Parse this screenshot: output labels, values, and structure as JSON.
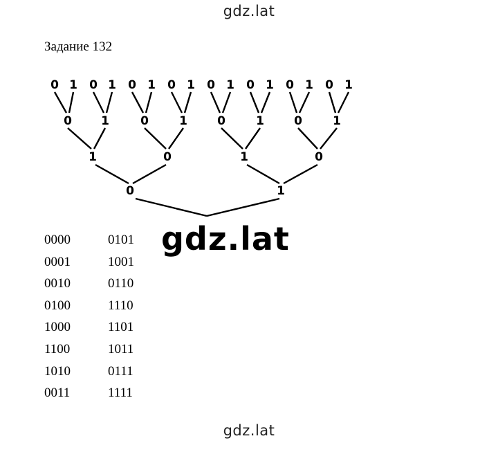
{
  "watermarks": {
    "top": "gdz.lat",
    "middle": "gdz.lat",
    "bottom": "gdz.lat"
  },
  "task_title": "Задание 132",
  "tree": {
    "leaves": [
      "0",
      "1",
      "0",
      "1",
      "0",
      "1",
      "0",
      "1",
      "0",
      "1",
      "0",
      "1",
      "0",
      "1",
      "0",
      "1"
    ],
    "level3": [
      "0",
      "1",
      "0",
      "1",
      "0",
      "1",
      "0",
      "1"
    ],
    "level2": [
      "1",
      "0",
      "1",
      "0"
    ],
    "level1": [
      "0",
      "1"
    ]
  },
  "codes": [
    [
      "0000",
      "0101"
    ],
    [
      "0001",
      "1001"
    ],
    [
      "0010",
      "0110"
    ],
    [
      "0100",
      "1110"
    ],
    [
      "1000",
      "1101"
    ],
    [
      "1100",
      "1011"
    ],
    [
      "1010",
      "0111"
    ],
    [
      "0011",
      "1111"
    ]
  ]
}
